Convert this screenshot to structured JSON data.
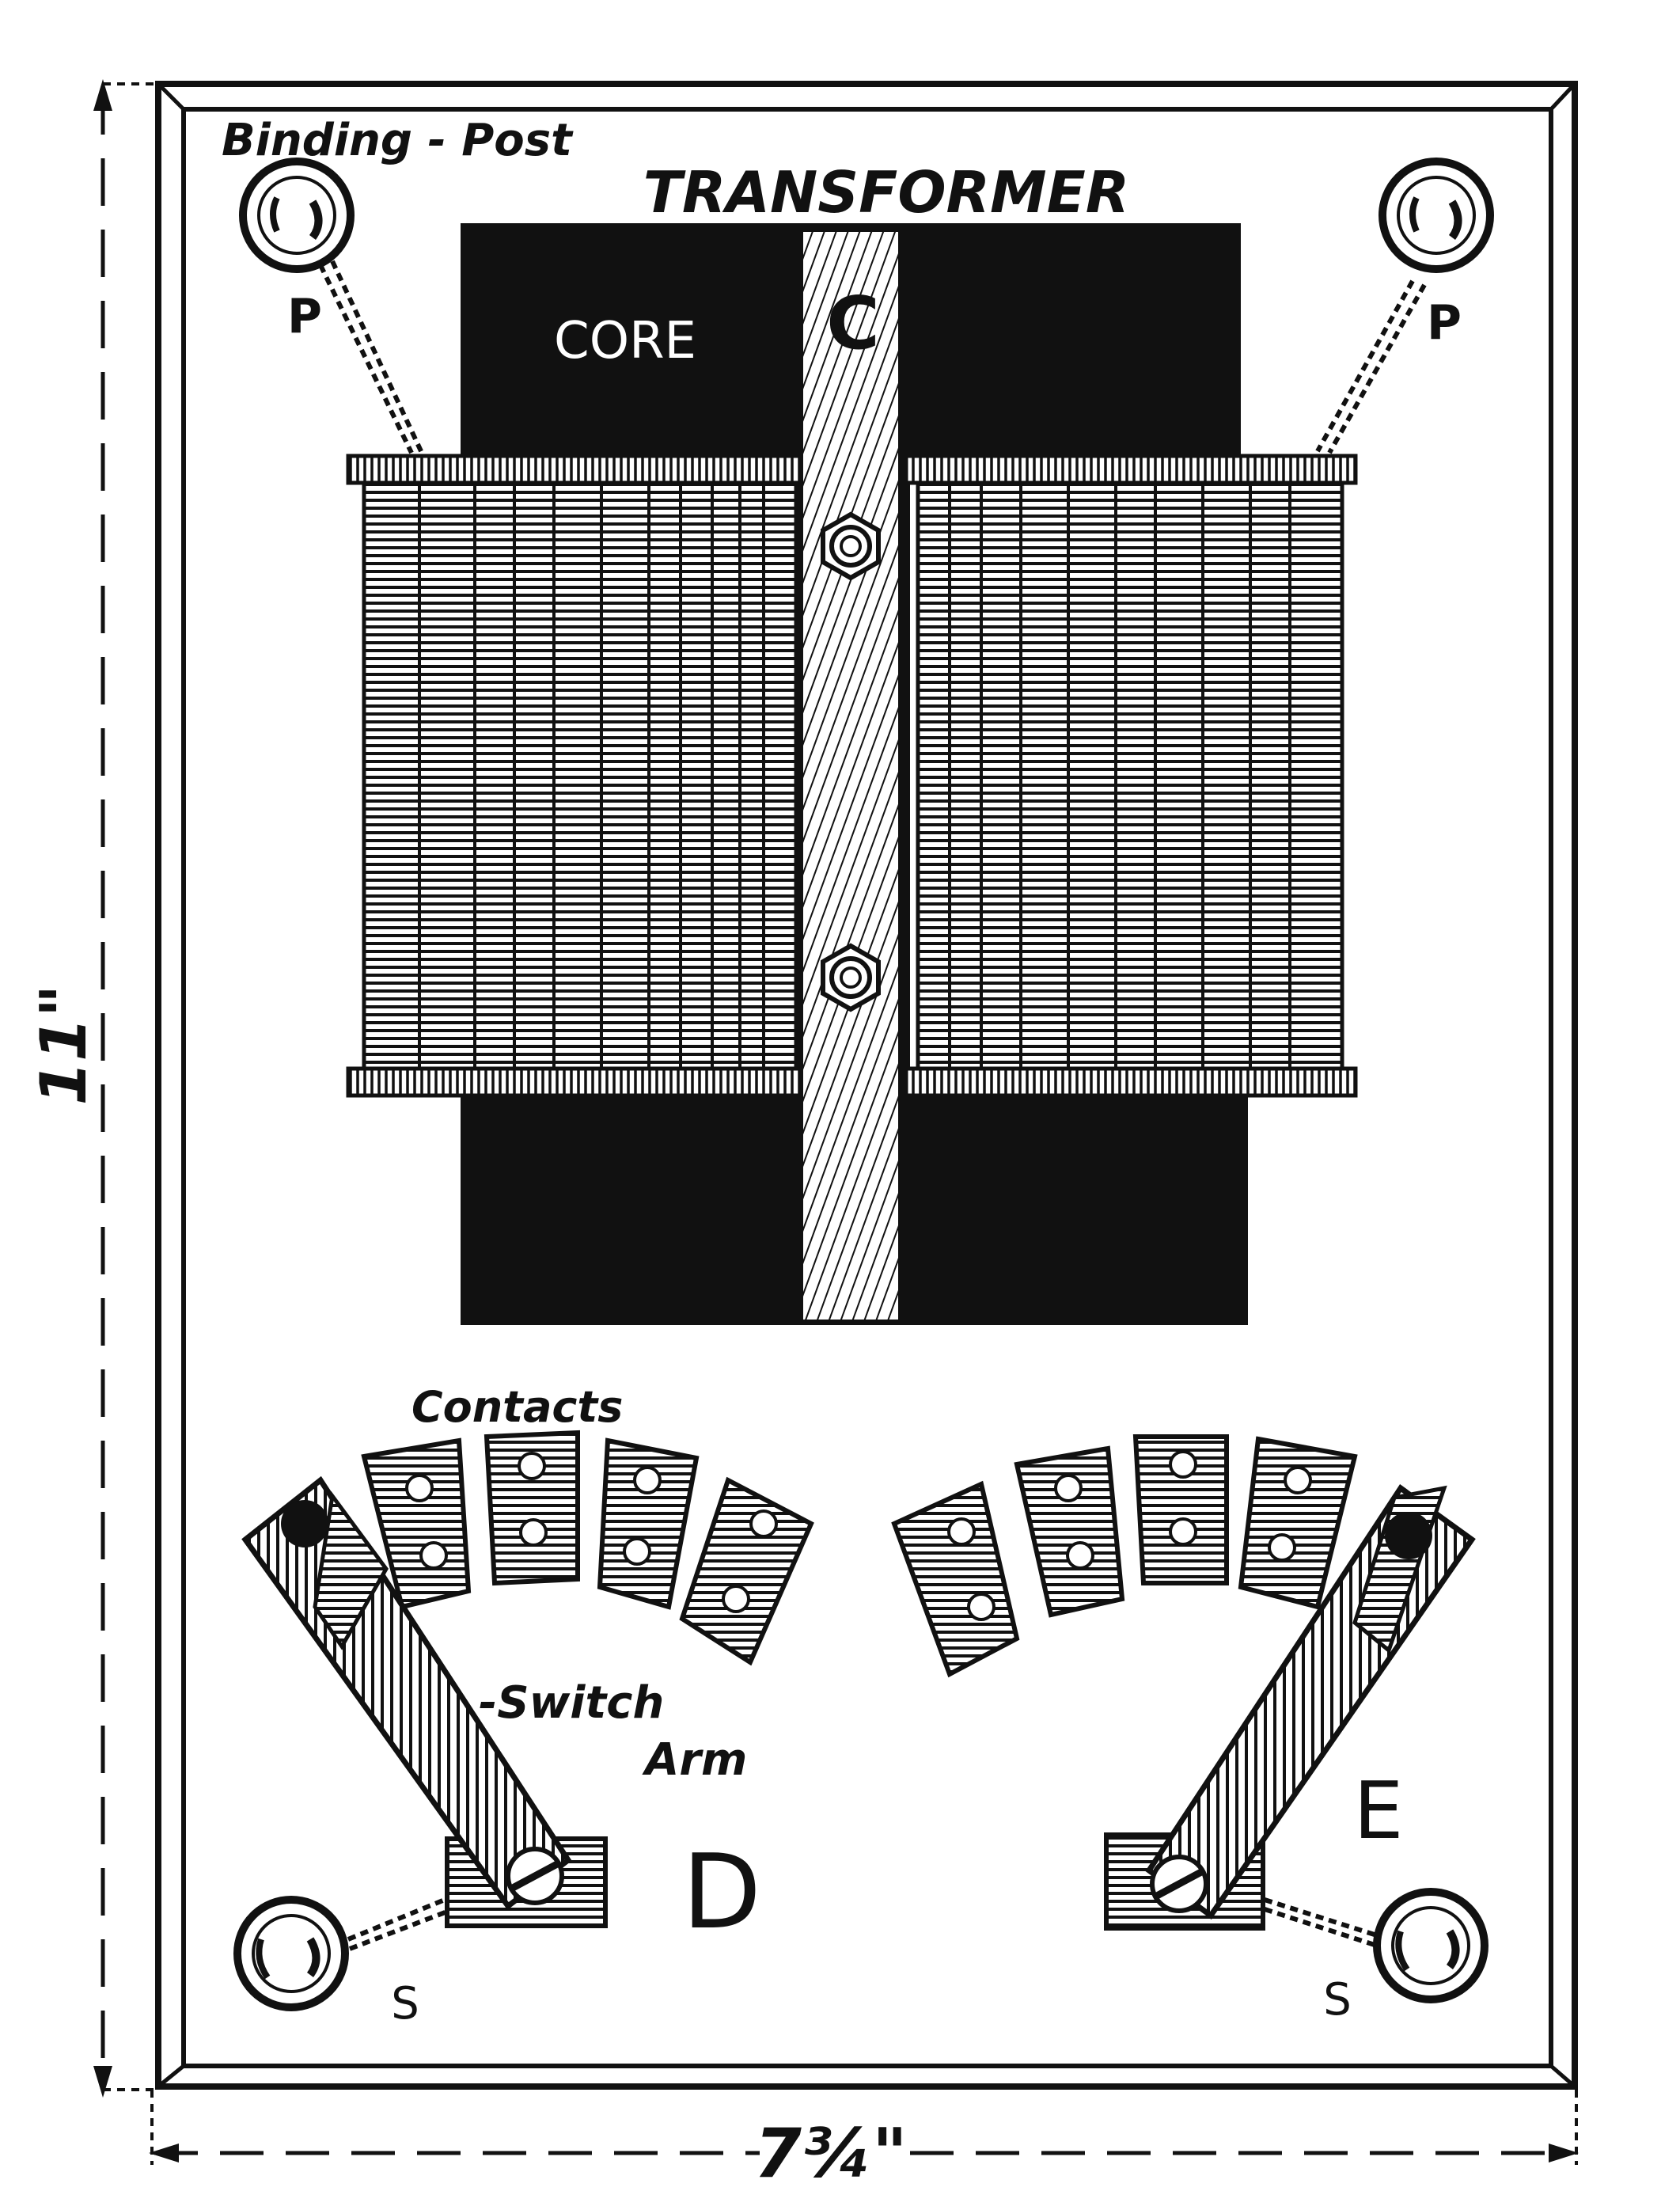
{
  "labels": {
    "binding_post": "Binding - Post",
    "transformer": "TRANSFORMER",
    "core": "CORE",
    "c": "C",
    "p_left": "P",
    "p_right": "P",
    "contacts": "Contacts",
    "switch": "-Switch",
    "arm": "Arm",
    "d": "D",
    "e": "E",
    "s_left": "S",
    "s_right": "S",
    "height_dim": "11\"",
    "width_dim": "7¾\""
  },
  "colors": {
    "ink": "#111111",
    "paper": "#ffffff"
  }
}
